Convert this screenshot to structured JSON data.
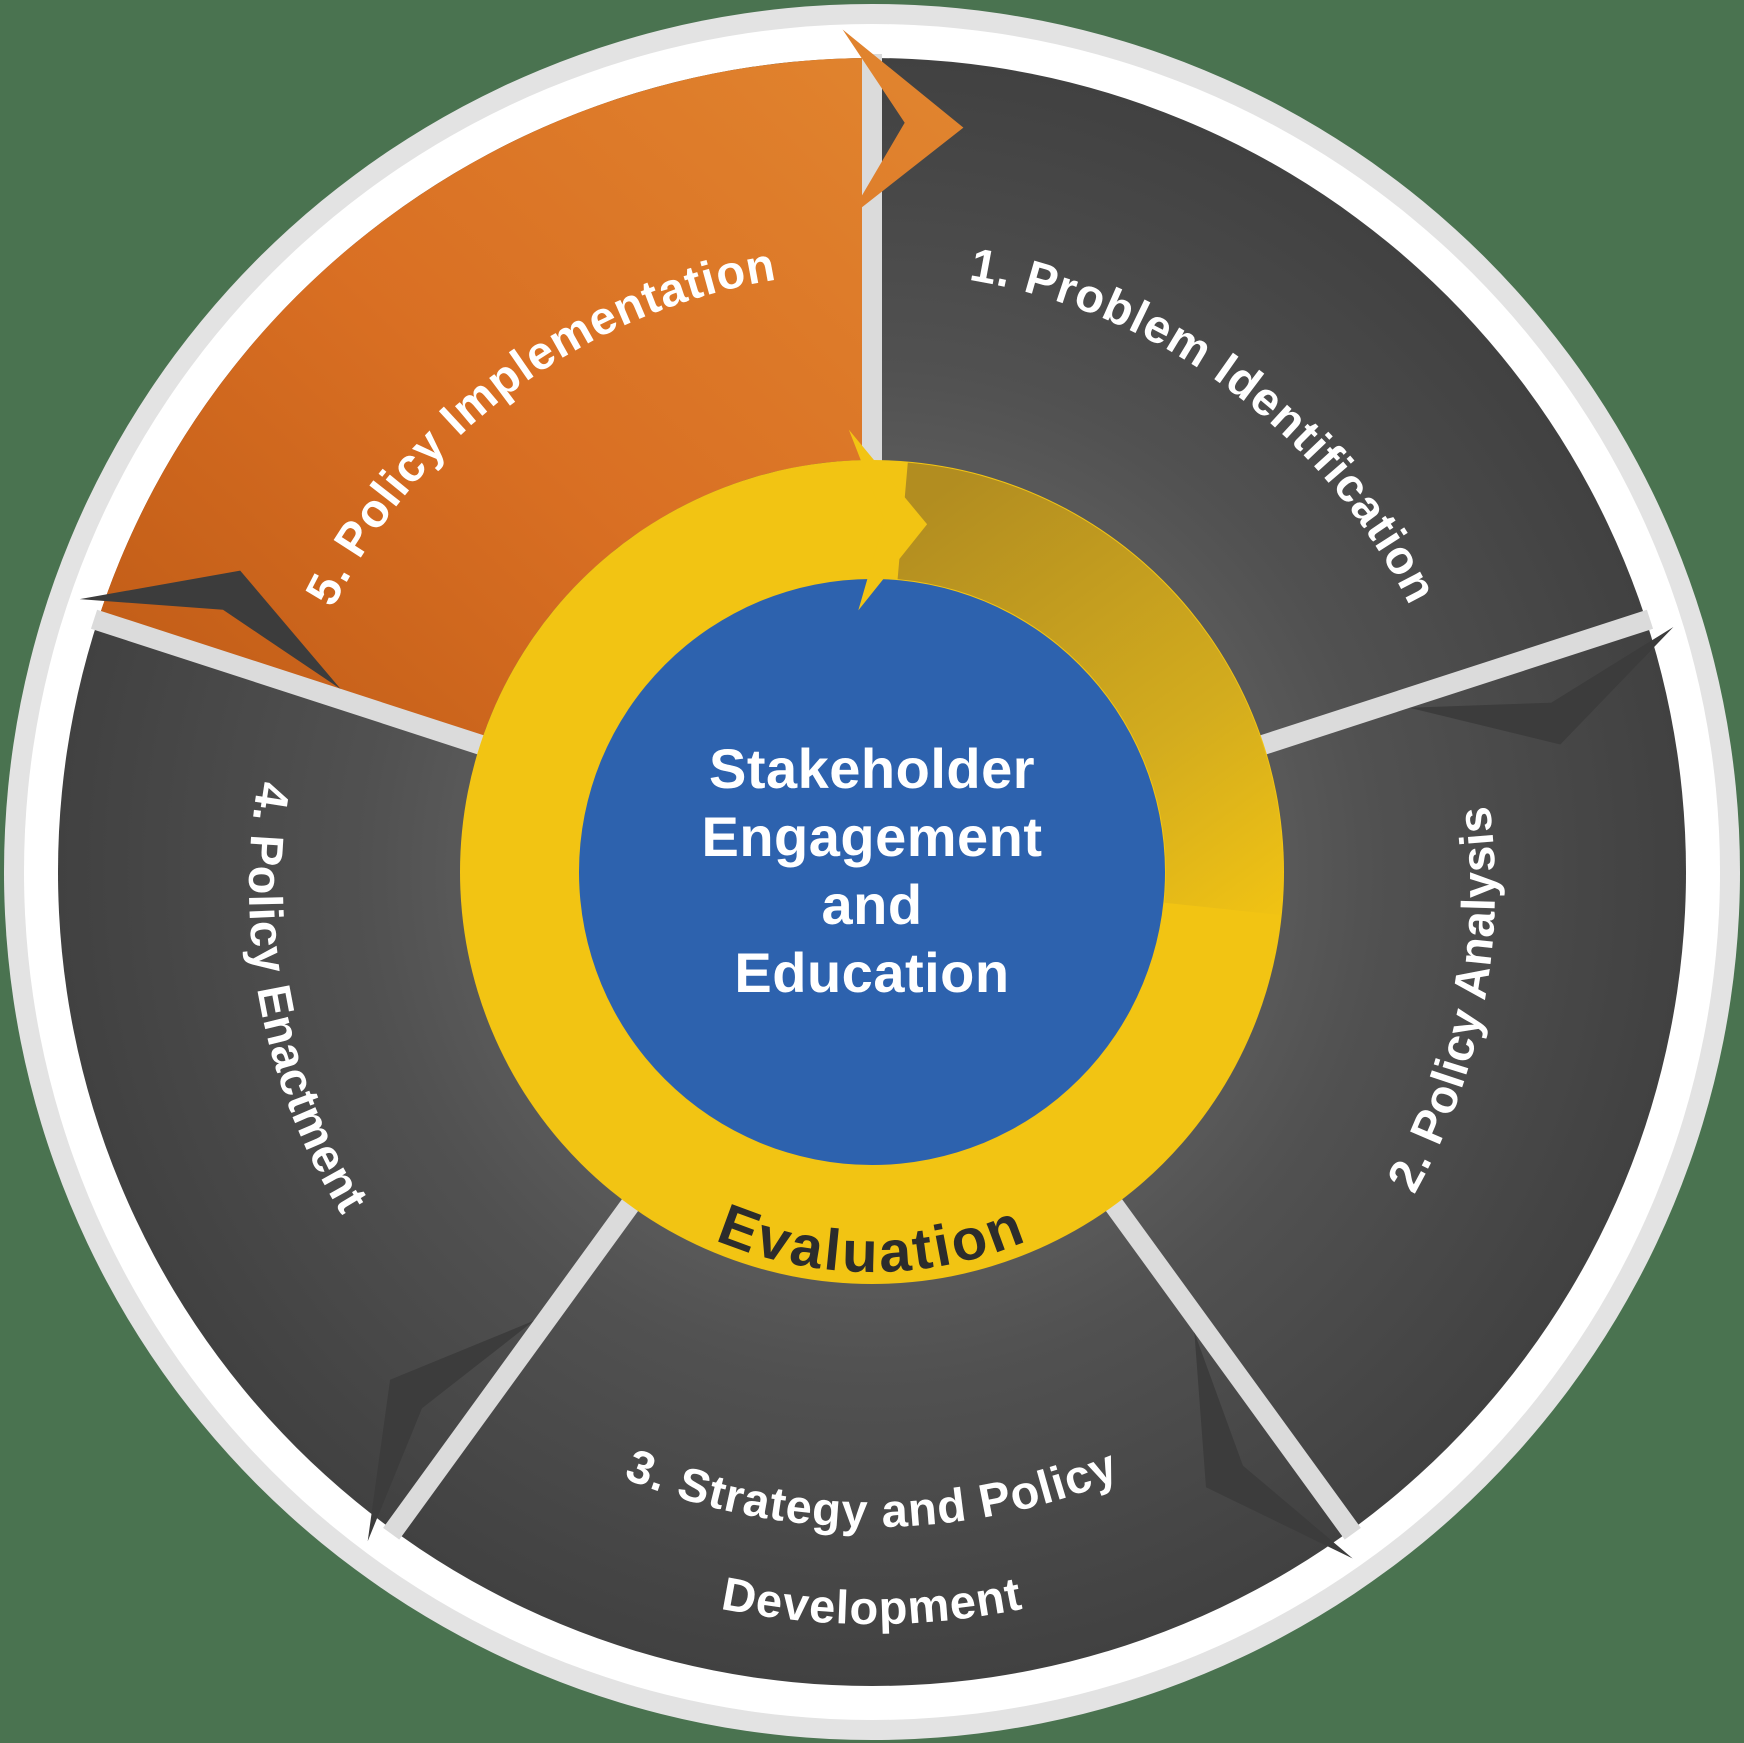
{
  "diagram": {
    "center": {
      "lines": [
        "Stakeholder",
        "Engagement",
        "and",
        "Education"
      ]
    },
    "evaluation_ring": {
      "label": "Evaluation"
    },
    "segments": [
      {
        "id": 1,
        "label": "1. Problem Identification",
        "highlighted": false
      },
      {
        "id": 2,
        "label": "2. Policy Analysis",
        "highlighted": false
      },
      {
        "id": 3,
        "label": "3. Strategy and Policy Development",
        "label_line1": "3. Strategy and Policy",
        "label_line2": "Development",
        "highlighted": false
      },
      {
        "id": 4,
        "label": "4. Policy Enactment",
        "highlighted": false
      },
      {
        "id": 5,
        "label": "5. Policy Implementation",
        "highlighted": true
      }
    ],
    "colors": {
      "background": "#4A7350",
      "outer_ring": "#E3E3E3",
      "white_ring": "#FFFFFF",
      "segment_dark": "#4B4B4B",
      "segment_arrow_dark": "#3C3C3C",
      "divider": "#DBDBDB",
      "segment_orange": "#D96F23",
      "evaluation_yellow": "#F2C413",
      "evaluation_gold_shade": "#B28D20",
      "center_blue": "#2D62AE",
      "text_light": "#FFFFFF",
      "text_dark": "#2C2C2C"
    }
  }
}
